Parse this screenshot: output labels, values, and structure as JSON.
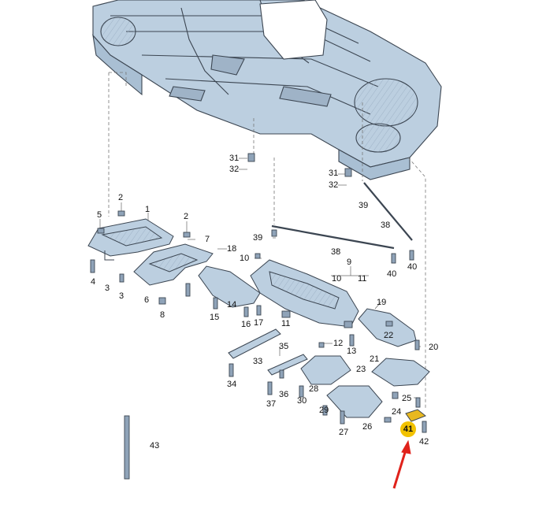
{
  "highlighted_part": "41",
  "colors": {
    "part_fill": "#bccfe0",
    "part_stroke": "#3c4652",
    "leader": "#666666",
    "highlight": "#f2c200",
    "arrow": "#e0221b"
  },
  "callouts": {
    "c1": "1",
    "c2a": "2",
    "c2b": "2",
    "c3a": "3",
    "c3b": "3",
    "c4": "4",
    "c5": "5",
    "c6": "6",
    "c7": "7",
    "c8": "8",
    "c9": "9",
    "c10a": "10",
    "c10b": "10",
    "c11a": "11",
    "c11b": "11",
    "c12": "12",
    "c13": "13",
    "c14": "14",
    "c15": "15",
    "c16": "16",
    "c17": "17",
    "c18": "18",
    "c19": "19",
    "c20": "20",
    "c21": "21",
    "c22": "22",
    "c23": "23",
    "c24": "24",
    "c25": "25",
    "c26": "26",
    "c27": "27",
    "c28": "28",
    "c29": "29",
    "c30": "30",
    "c31a": "31",
    "c31b": "31",
    "c32a": "32",
    "c32b": "32",
    "c33": "33",
    "c34": "34",
    "c35": "35",
    "c36": "36",
    "c37": "37",
    "c38a": "38",
    "c38b": "38",
    "c39a": "39",
    "c39b": "39",
    "c40a": "40",
    "c40b": "40",
    "c41": "41",
    "c42": "42",
    "c43": "43"
  }
}
